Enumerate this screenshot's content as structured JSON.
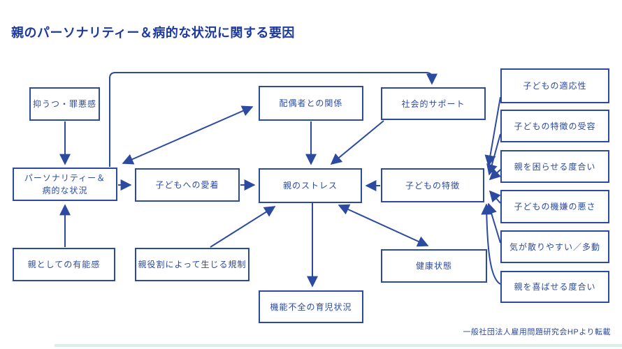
{
  "title": "親のパーソナリティー＆病的な状況に関する要因",
  "caption": "一般社団法人雇用問題研究会HPより転載",
  "colors": {
    "diagram_blue": "#2b4aa0",
    "title_blue": "#1c38a3",
    "accent_bar_green": "#ddeee4",
    "background": "#ffffff"
  },
  "nodes": {
    "depression": {
      "label": "抑うつ・罪悪感"
    },
    "personality": {
      "label": "パーソナリティー＆\n病的な状況"
    },
    "competence": {
      "label": "親としての有能感"
    },
    "attachment": {
      "label": "子どもへの愛着"
    },
    "role_restriction": {
      "label": "親役割によって生じる規制"
    },
    "spouse_relation": {
      "label": "配偶者との関係"
    },
    "parent_stress": {
      "label": "親のストレス"
    },
    "dysfunctional_parenting": {
      "label": "機能不全の育児状況"
    },
    "social_support": {
      "label": "社会的サポート"
    },
    "child_traits": {
      "label": "子どもの特徴"
    },
    "health": {
      "label": "健康状態"
    },
    "child_adaptability": {
      "label": "子どもの適応性"
    },
    "trait_acceptance": {
      "label": "子どもの特徴の受容"
    },
    "bothering_degree": {
      "label": "親を困らせる度合い"
    },
    "child_moodiness": {
      "label": "子どもの機嫌の悪さ"
    },
    "distractibility": {
      "label": "気が散りやすい／多動"
    },
    "pleasing_degree": {
      "label": "親を喜ばせる度合い"
    }
  },
  "edges": [
    {
      "from": "抑うつ・罪悪感",
      "to": "パーソナリティー＆病的な状況",
      "direction": "one-way"
    },
    {
      "from": "親としての有能感",
      "to": "パーソナリティー＆病的な状況",
      "direction": "one-way"
    },
    {
      "from": "パーソナリティー＆病的な状況",
      "to": "子どもへの愛着",
      "direction": "one-way"
    },
    {
      "from": "パーソナリティー＆病的な状況",
      "to": "配偶者との関係",
      "direction": "two-way"
    },
    {
      "from": "パーソナリティー＆病的な状況",
      "to": "社会的サポート",
      "direction": "one-way"
    },
    {
      "from": "配偶者との関係",
      "to": "親のストレス",
      "direction": "one-way"
    },
    {
      "from": "社会的サポート",
      "to": "親のストレス",
      "direction": "one-way"
    },
    {
      "from": "子どもへの愛着",
      "to": "親のストレス",
      "direction": "one-way"
    },
    {
      "from": "子どもの特徴",
      "to": "親のストレス",
      "direction": "one-way"
    },
    {
      "from": "親役割によって生じる規制",
      "to": "親のストレス",
      "direction": "one-way"
    },
    {
      "from": "親のストレス",
      "to": "健康状態",
      "direction": "two-way"
    },
    {
      "from": "親のストレス",
      "to": "機能不全の育児状況",
      "direction": "one-way"
    },
    {
      "from": "子どもの適応性",
      "to": "子どもの特徴",
      "direction": "one-way"
    },
    {
      "from": "子どもの特徴の受容",
      "to": "子どもの特徴",
      "direction": "one-way"
    },
    {
      "from": "親を困らせる度合い",
      "to": "子どもの特徴",
      "direction": "one-way"
    },
    {
      "from": "子どもの機嫌の悪さ",
      "to": "子どもの特徴",
      "direction": "one-way"
    },
    {
      "from": "気が散りやすい／多動",
      "to": "子どもの特徴",
      "direction": "one-way"
    },
    {
      "from": "親を喜ばせる度合い",
      "to": "子どもの特徴",
      "direction": "one-way"
    }
  ]
}
